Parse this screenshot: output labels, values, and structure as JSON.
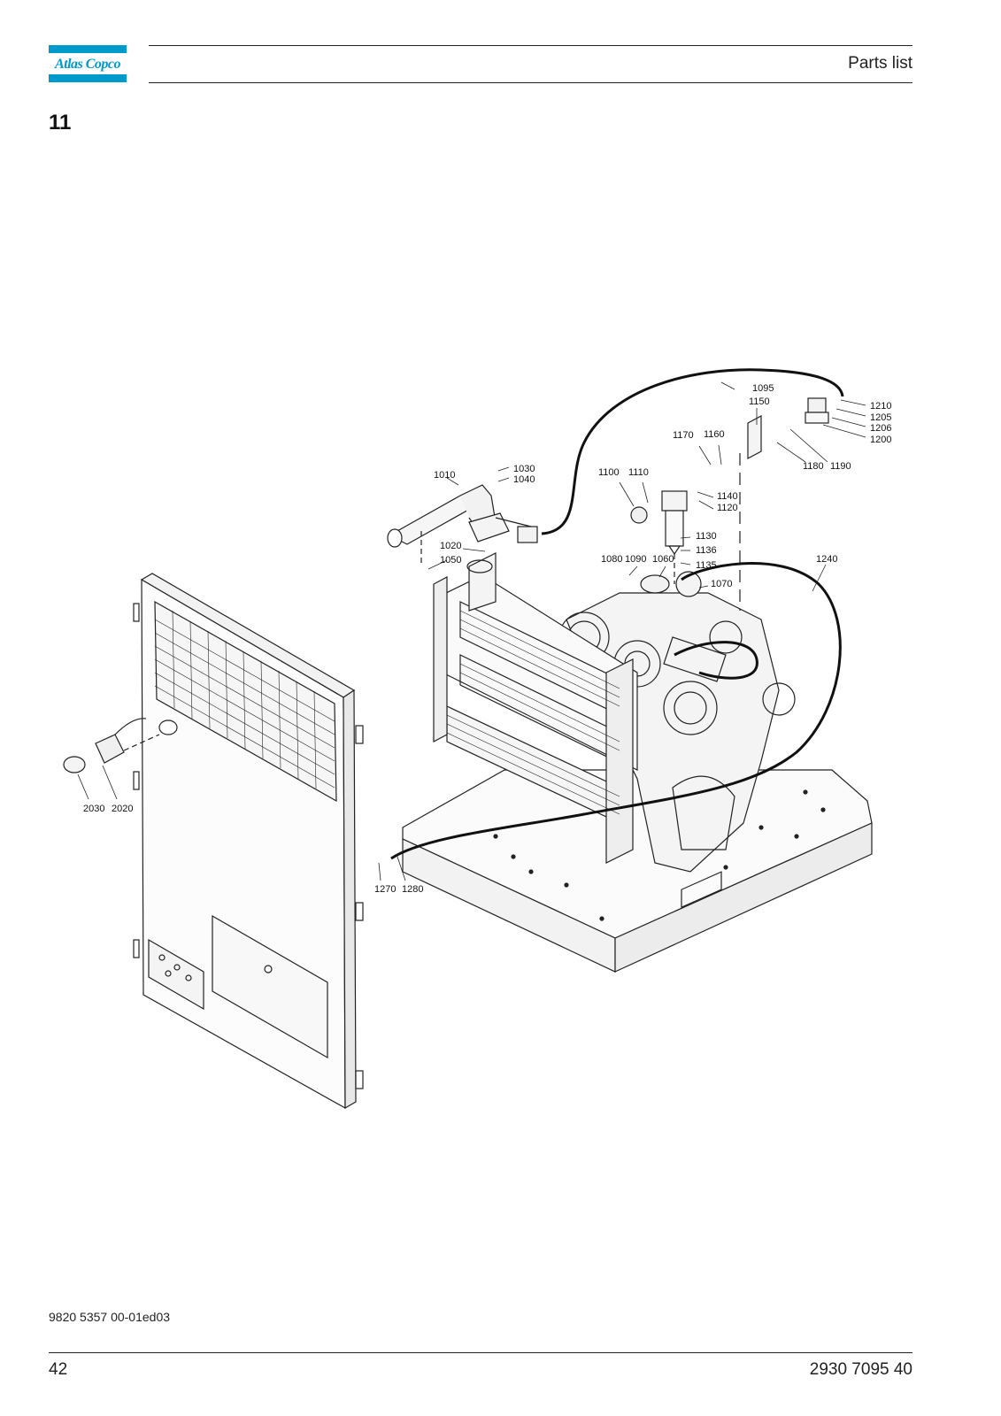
{
  "header": {
    "brand": "Atlas Copco",
    "title": "Parts list"
  },
  "section": {
    "number": "11"
  },
  "callouts": {
    "c1010": "1010",
    "c1020": "1020",
    "c1030": "1030",
    "c1040": "1040",
    "c1050": "1050",
    "c1060": "1060",
    "c1070": "1070",
    "c1080": "1080",
    "c1090": "1090",
    "c1095": "1095",
    "c1100": "1100",
    "c1110": "1110",
    "c1120": "1120",
    "c1130": "1130",
    "c1135": "1135",
    "c1136": "1136",
    "c1140": "1140",
    "c1150": "1150",
    "c1160": "1160",
    "c1170": "1170",
    "c1180": "1180",
    "c1190": "1190",
    "c1200": "1200",
    "c1205": "1205",
    "c1206": "1206",
    "c1210": "1210",
    "c1240": "1240",
    "c1270": "1270",
    "c1280": "1280",
    "c2020": "2020",
    "c2030": "2030"
  },
  "footer": {
    "doc_code": "9820 5357 00-01ed03",
    "page_number": "42",
    "manual_number": "2930 7095 40"
  }
}
